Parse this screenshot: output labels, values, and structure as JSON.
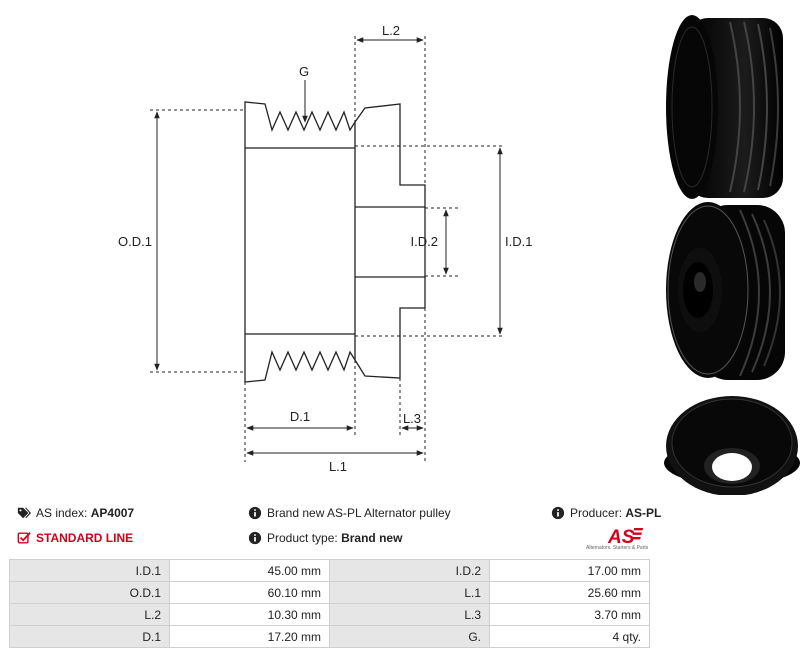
{
  "diagram": {
    "labels": {
      "g": "G",
      "l2": "L.2",
      "od1": "O.D.1",
      "id2": "I.D.2",
      "id1": "I.D.1",
      "d1": "D.1",
      "l3": "L.3",
      "l1": "L.1"
    }
  },
  "info": {
    "as_index_label": "AS index:",
    "as_index_value": "AP4007",
    "standard_line": "STANDARD LINE",
    "description": "Brand new AS-PL Alternator pulley",
    "product_type_label": "Product type:",
    "product_type_value": "Brand new",
    "producer_label": "Producer:",
    "producer_value": "AS-PL"
  },
  "logo": {
    "mark": "AS",
    "tagline": "Alternators, Starters & Parts"
  },
  "specs": [
    {
      "label1": "I.D.1",
      "value1": "45.00 mm",
      "label2": "I.D.2",
      "value2": "17.00 mm"
    },
    {
      "label1": "O.D.1",
      "value1": "60.10 mm",
      "label2": "L.1",
      "value2": "25.60 mm"
    },
    {
      "label1": "L.2",
      "value1": "10.30 mm",
      "label2": "L.3",
      "value2": "3.70 mm"
    },
    {
      "label1": "D.1",
      "value1": "17.20 mm",
      "label2": "G.",
      "value2": "4 qty."
    }
  ],
  "colors": {
    "accent_red": "#d0021b",
    "table_label_bg": "#e6e6e6",
    "table_border": "#cfcfcf"
  }
}
